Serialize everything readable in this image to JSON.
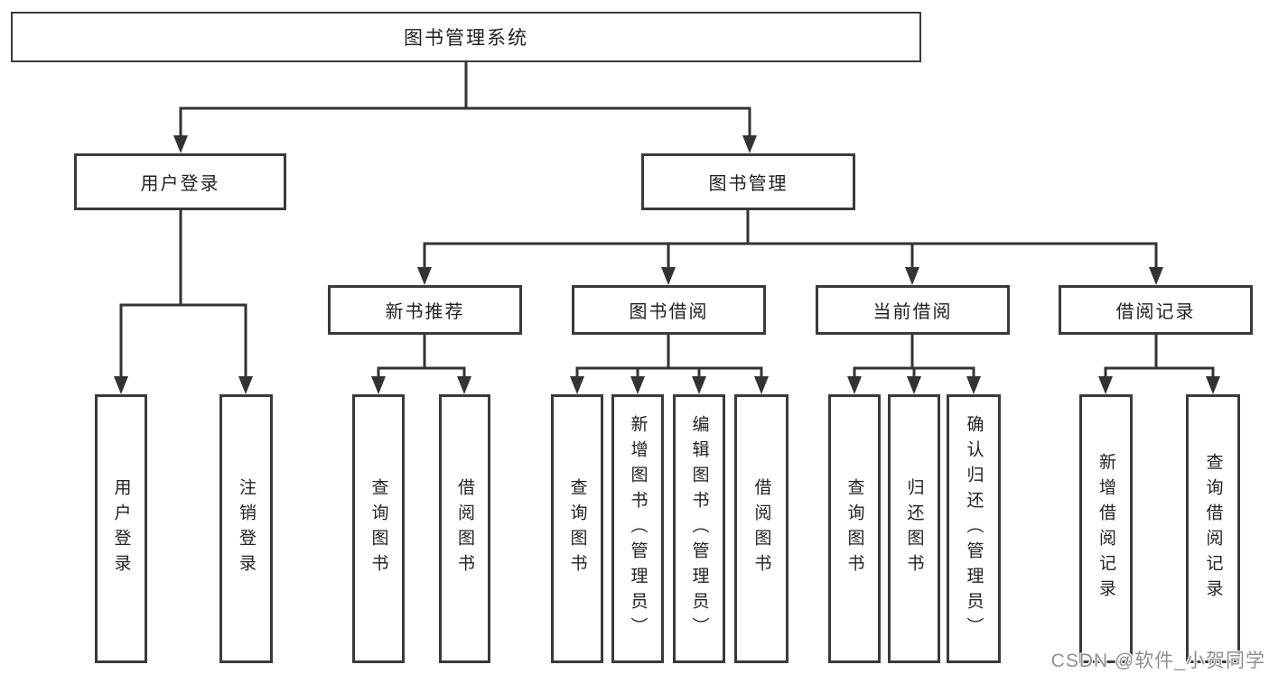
{
  "diagram_title": "图书管理系统",
  "tree": {
    "label": "图书管理系统",
    "children": [
      {
        "label": "用户登录",
        "children": [
          {
            "label": "用户登录"
          },
          {
            "label": "注销登录"
          }
        ]
      },
      {
        "label": "图书管理",
        "children": [
          {
            "label": "新书推荐",
            "children": [
              {
                "label": "查询图书"
              },
              {
                "label": "借阅图书"
              }
            ]
          },
          {
            "label": "图书借阅",
            "children": [
              {
                "label": "查询图书"
              },
              {
                "label": "新增图书（管理员）"
              },
              {
                "label": "编辑图书（管理员）"
              },
              {
                "label": "借阅图书"
              }
            ]
          },
          {
            "label": "当前借阅",
            "children": [
              {
                "label": "查询图书"
              },
              {
                "label": "归还图书"
              },
              {
                "label": "确认归还（管理员）"
              }
            ]
          },
          {
            "label": "借阅记录",
            "children": [
              {
                "label": "新增借阅记录"
              },
              {
                "label": "查询借阅记录"
              }
            ]
          }
        ]
      }
    ]
  },
  "watermark": {
    "text": "CSDN @软件_小贺同学",
    "color": "#8f8f8f"
  },
  "colors": {
    "line": "#333333",
    "box_border": "#3a3a3a",
    "text": "#1f1f1f",
    "background": "#ffffff"
  }
}
